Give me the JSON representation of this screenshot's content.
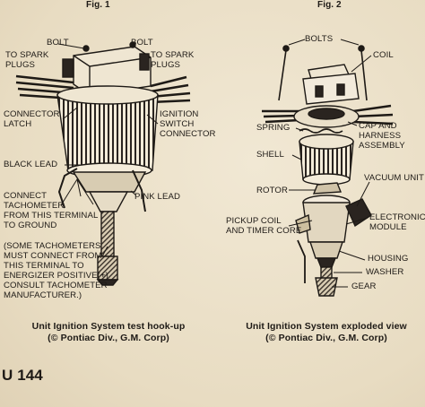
{
  "figure1": {
    "title": "Fig. 1",
    "labels": {
      "bolt": "BOLT",
      "bolt_right": "BOLT",
      "to_spark_plugs_left": "TO SPARK\nPLUGS",
      "to_spark_plugs_right": "TO SPARK\nPLUGS",
      "connector_latch": "CONNECTOR\nLATCH",
      "ignition_switch_connector": "IGNITION\nSWITCH\nCONNECTOR",
      "black_lead": "BLACK LEAD",
      "pink_lead": "PINK LEAD",
      "connect_tachometer": "CONNECT\nTACHOMETER\nFROM THIS TERMINAL\nTO GROUND",
      "tachometer_note": "(SOME TACHOMETERS\nMUST CONNECT FROM\nTHIS TERMINAL TO\nENERGIZER POSITIVE(+)\nCONSULT TACHOMETER\nMANUFACTURER.)"
    },
    "caption": "Unit Ignition System test hook-up\n(© Pontiac Div., G.M. Corp)"
  },
  "figure2": {
    "title": "Fig. 2",
    "labels": {
      "bolts": "BOLTS",
      "coil": "COIL",
      "spring": "SPRING",
      "cap_and_harness": "CAP AND\nHARNESS\nASSEMBLY",
      "shell": "SHELL",
      "vacuum_unit": "VACUUM UNIT",
      "rotor": "ROTOR",
      "pickup_coil": "PICKUP COIL\nAND TIMER CORE",
      "electronic_module": "ELECTRONIC\nMODULE",
      "housing": "HOUSING",
      "washer": "WASHER",
      "gear": "GEAR"
    },
    "caption": "Unit Ignition System exploded view\n(© Pontiac Div., G.M. Corp)"
  },
  "page_code": "U 144",
  "colors": {
    "paper": "#ece2cc",
    "ink": "#1e1a16"
  }
}
